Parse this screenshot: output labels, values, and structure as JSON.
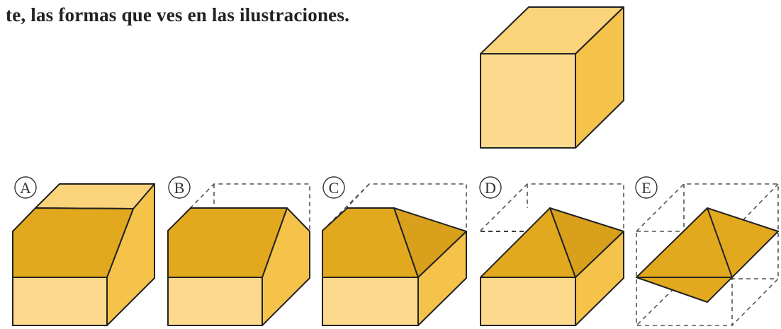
{
  "intro_text": "te, las formas que ves en las ilustraciones.",
  "colors": {
    "front": "#FCD98C",
    "side": "#F5C24A",
    "top": "#FAD37A",
    "cut_face": "#E3A91E",
    "outline": "#222222"
  },
  "options": [
    {
      "label": "A"
    },
    {
      "label": "B"
    },
    {
      "label": "C"
    },
    {
      "label": "D"
    },
    {
      "label": "E"
    }
  ]
}
